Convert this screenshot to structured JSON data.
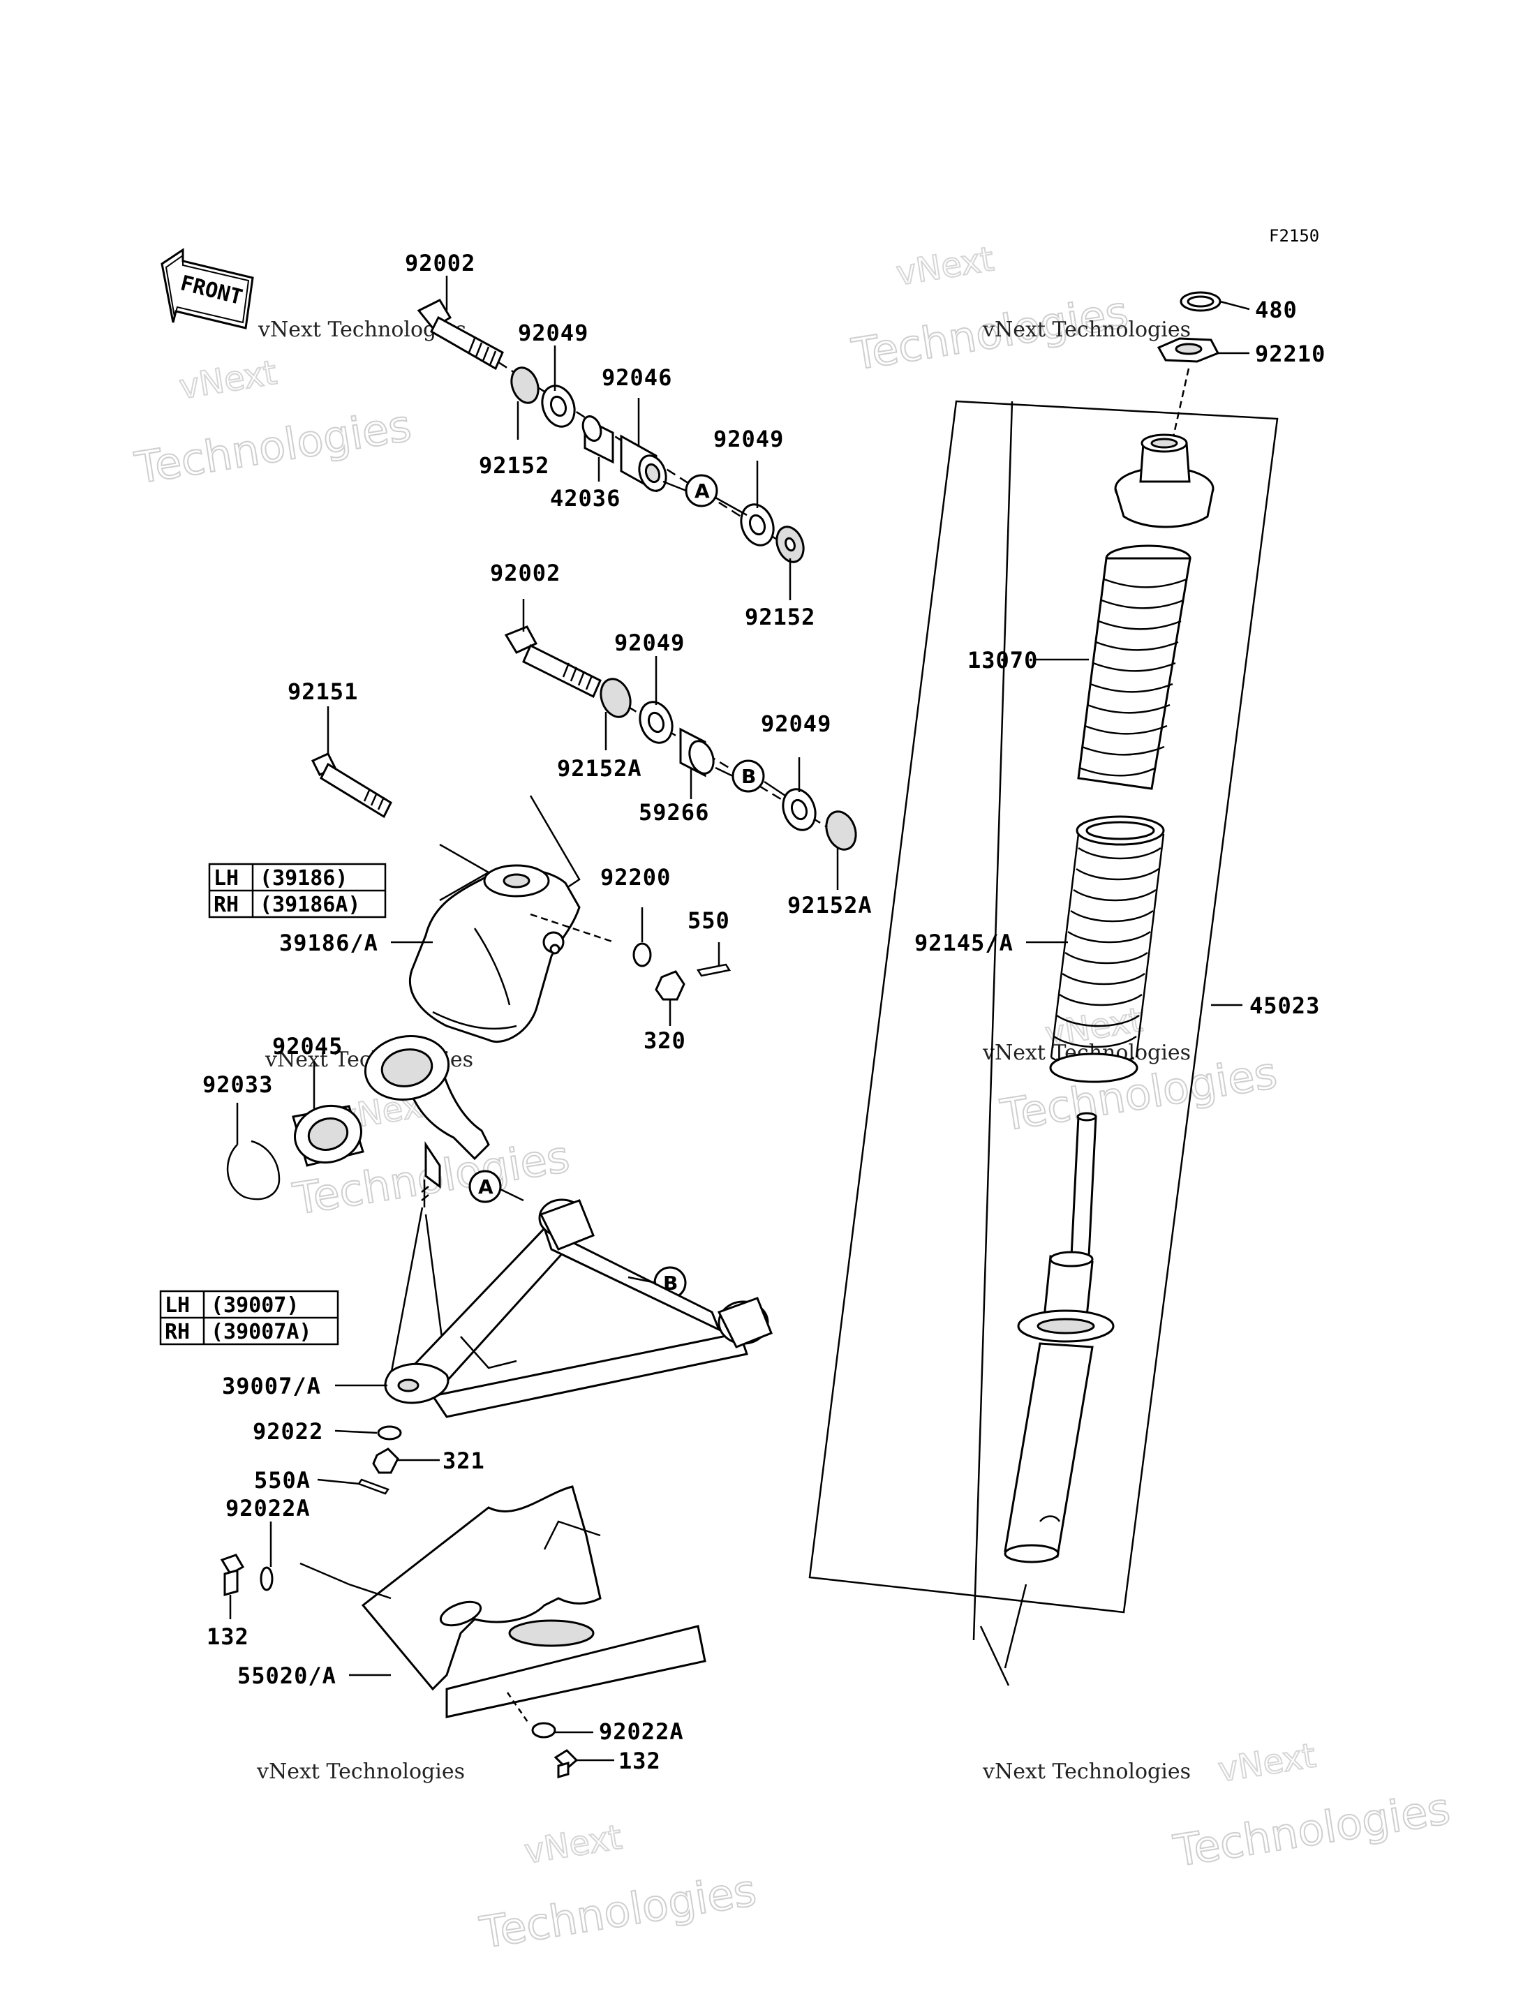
{
  "figure_id": "F2150",
  "front_label": "FRONT",
  "watermark": {
    "line1": "vNext Technologies",
    "line2": "Technologies",
    "line3": "vNext"
  },
  "markers": {
    "a": "A",
    "b": "B"
  },
  "parts": {
    "p92002_top": "92002",
    "p92049_1": "92049",
    "p92046": "92046",
    "p92152_1": "92152",
    "p42036": "42036",
    "p92049_2": "92049",
    "p92152_2": "92152",
    "p92002_mid": "92002",
    "p92049_3": "92049",
    "p92152A_1": "92152A",
    "p59266": "59266",
    "p92049_4": "92049",
    "p92152A_2": "92152A",
    "p92151": "92151",
    "p92200": "92200",
    "p550": "550",
    "p320": "320",
    "p39186": "39186/A",
    "p92045": "92045",
    "p92033": "92033",
    "p39007": "39007/A",
    "p92022": "92022",
    "p321": "321",
    "p550A": "550A",
    "p92022A_1": "92022A",
    "p132_1": "132",
    "p55020": "55020/A",
    "p92022A_2": "92022A",
    "p132_2": "132",
    "p480": "480",
    "p92210": "92210",
    "p13070": "13070",
    "p92145": "92145/A",
    "p45023": "45023"
  },
  "tables": {
    "knuckle": [
      {
        "side": "LH",
        "part": "(39186)"
      },
      {
        "side": "RH",
        "part": "(39186A)"
      }
    ],
    "arm": [
      {
        "side": "LH",
        "part": "(39007)"
      },
      {
        "side": "RH",
        "part": "(39007A)"
      }
    ]
  }
}
